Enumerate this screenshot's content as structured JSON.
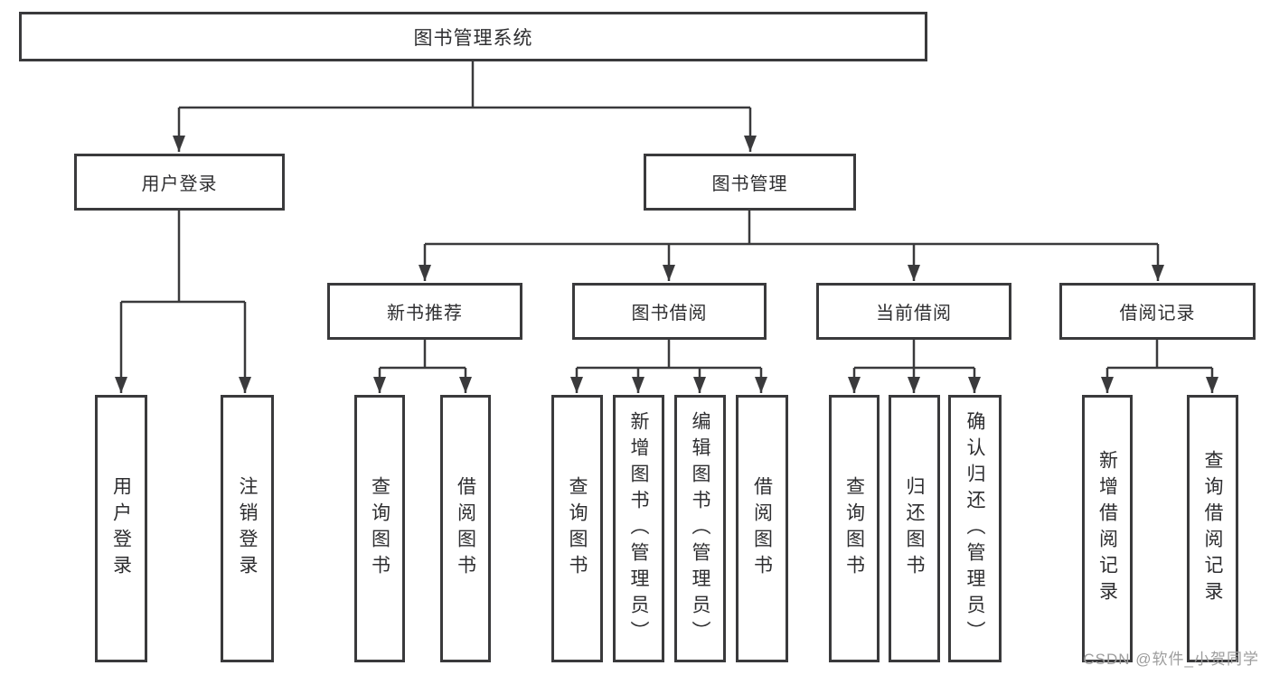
{
  "tree": {
    "root": {
      "label": "图书管理系统"
    },
    "children": [
      {
        "label": "用户登录",
        "children": [
          {
            "label": "用户登录"
          },
          {
            "label": "注销登录"
          }
        ]
      },
      {
        "label": "图书管理",
        "children": [
          {
            "label": "新书推荐",
            "children": [
              {
                "label": "查询图书"
              },
              {
                "label": "借阅图书"
              }
            ]
          },
          {
            "label": "图书借阅",
            "children": [
              {
                "label": "查询图书"
              },
              {
                "label": "新增图书（管理员）"
              },
              {
                "label": "编辑图书（管理员）"
              },
              {
                "label": "借阅图书"
              }
            ]
          },
          {
            "label": "当前借阅",
            "children": [
              {
                "label": "查询图书"
              },
              {
                "label": "归还图书"
              },
              {
                "label": "确认归还（管理员）"
              }
            ]
          },
          {
            "label": "借阅记录",
            "children": [
              {
                "label": "新增借阅记录"
              },
              {
                "label": "查询借阅记录"
              }
            ]
          }
        ]
      }
    ]
  },
  "watermark": {
    "text": "CSDN @软件_小贺同学"
  },
  "colors": {
    "line": "#3a3a3c",
    "text": "#2e2e30",
    "watermark": "#9d9d9d",
    "background": "#ffffff"
  }
}
